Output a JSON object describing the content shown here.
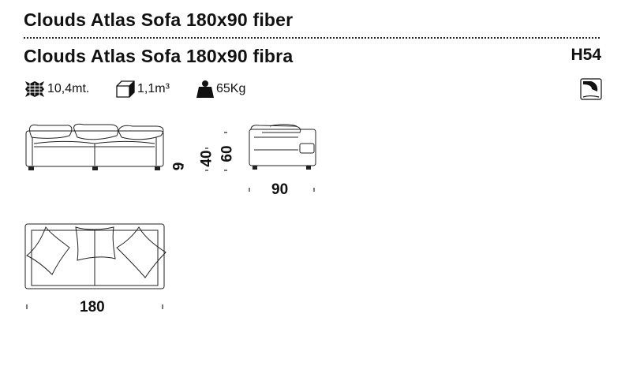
{
  "header": {
    "title_en": "Clouds Atlas Sofa 180x90 fiber",
    "title_it": "Clouds Atlas Sofa 180x90 fibra",
    "code": "H54"
  },
  "specs": {
    "fabric": "10,4mt.",
    "volume": "1,1m³",
    "weight": "65Kg"
  },
  "dimensions": {
    "leg_height": "9",
    "seat_height": "40",
    "total_height": "60",
    "depth": "90",
    "width": "180"
  },
  "icons": {
    "fabric": "fabric-swatch-icon",
    "volume": "cube-icon",
    "weight": "weight-icon",
    "badge": "fabric-care-icon"
  }
}
